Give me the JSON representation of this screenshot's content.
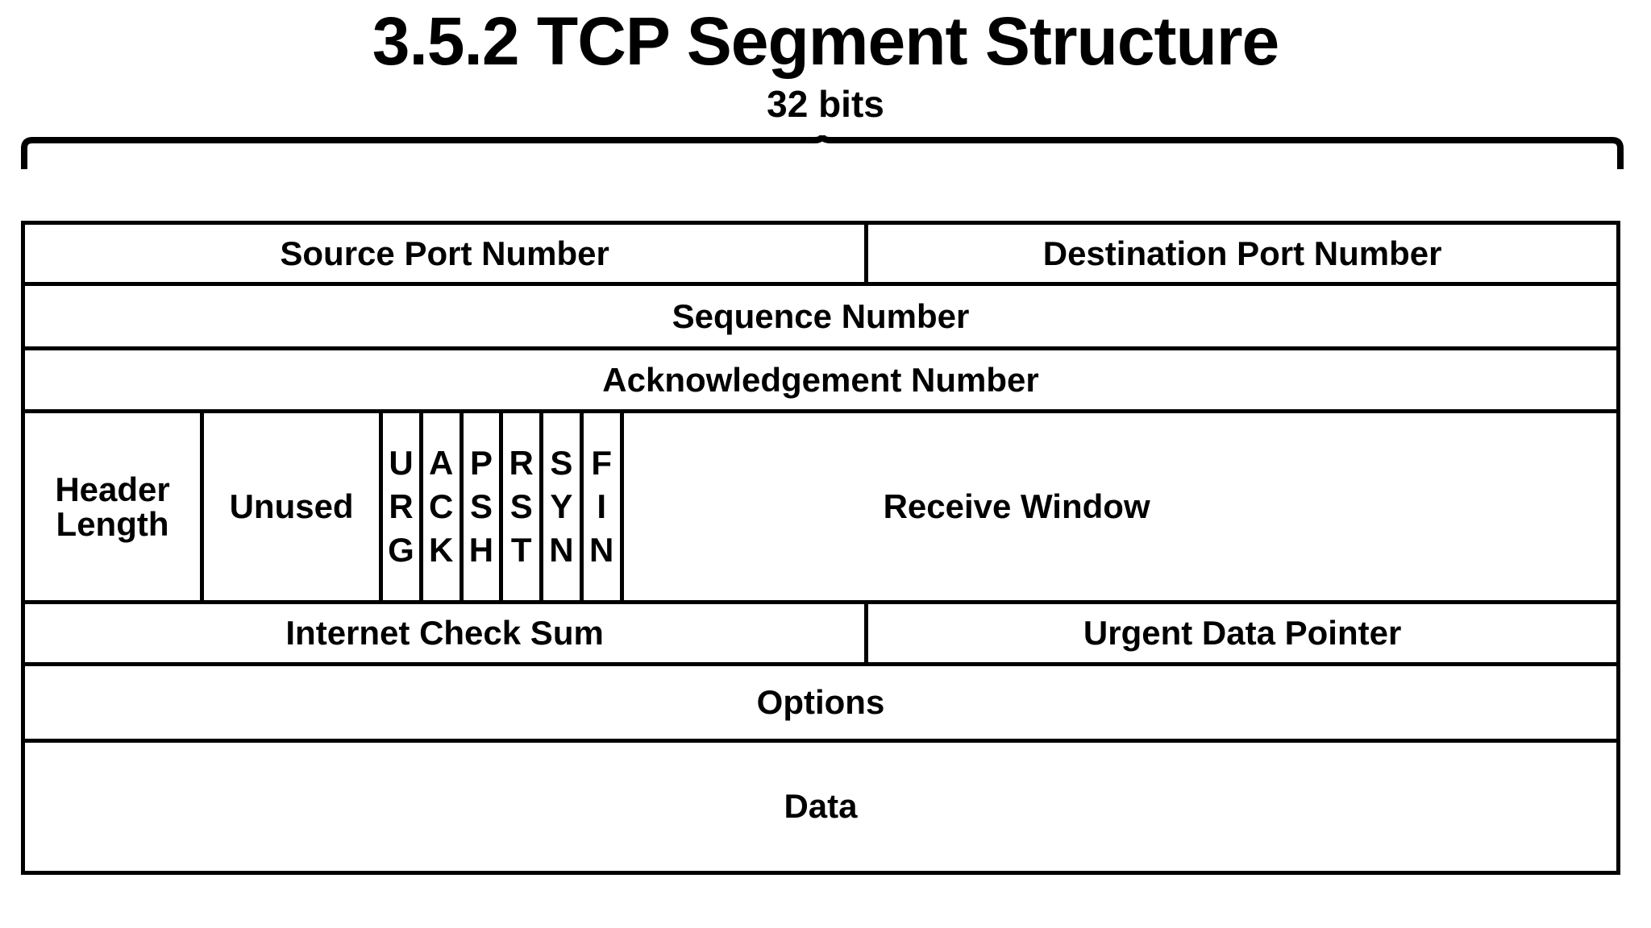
{
  "title": "3.5.2 TCP Segment Structure",
  "width_annotation": {
    "label": "32 bits",
    "brace_name": "width-brace"
  },
  "colors": {
    "line": "#000000",
    "background": "#ffffff",
    "text": "#000000"
  },
  "segment": {
    "rows": [
      {
        "name": "ports-row",
        "cells": [
          {
            "label": "Source Port Number"
          },
          {
            "label": "Destination Port Number"
          }
        ]
      },
      {
        "name": "sequence-row",
        "cells": [
          {
            "label": "Sequence Number"
          }
        ]
      },
      {
        "name": "acknowledgement-row",
        "cells": [
          {
            "label": "Acknowledgement Number"
          }
        ]
      },
      {
        "name": "flags-row",
        "cells": [
          {
            "label": "Header\nLength"
          },
          {
            "label": "Unused"
          },
          {
            "label": "URG"
          },
          {
            "label": "ACK"
          },
          {
            "label": "PSH"
          },
          {
            "label": "RST"
          },
          {
            "label": "SYN"
          },
          {
            "label": "FIN"
          },
          {
            "label": "Receive Window"
          }
        ]
      },
      {
        "name": "checksum-row",
        "cells": [
          {
            "label": "Internet Check Sum"
          },
          {
            "label": "Urgent Data Pointer"
          }
        ]
      },
      {
        "name": "options-row",
        "cells": [
          {
            "label": "Options"
          }
        ]
      },
      {
        "name": "data-row",
        "cells": [
          {
            "label": "Data"
          }
        ]
      }
    ],
    "header_length_line1": "Header",
    "header_length_line2": "Length",
    "flags": {
      "urg": [
        "U",
        "R",
        "G"
      ],
      "ack": [
        "A",
        "C",
        "K"
      ],
      "psh": [
        "P",
        "S",
        "H"
      ],
      "rst": [
        "R",
        "S",
        "T"
      ],
      "syn": [
        "S",
        "Y",
        "N"
      ],
      "fin": [
        "F",
        "I",
        "N"
      ]
    },
    "fields": {
      "source_port": "Source Port Number",
      "destination_port": "Destination Port Number",
      "sequence_number": "Sequence Number",
      "acknowledgement_number": "Acknowledgement Number",
      "unused": "Unused",
      "receive_window": "Receive Window",
      "internet_check_sum": "Internet Check Sum",
      "urgent_data_pointer": "Urgent Data Pointer",
      "options": "Options",
      "data": "Data"
    }
  }
}
